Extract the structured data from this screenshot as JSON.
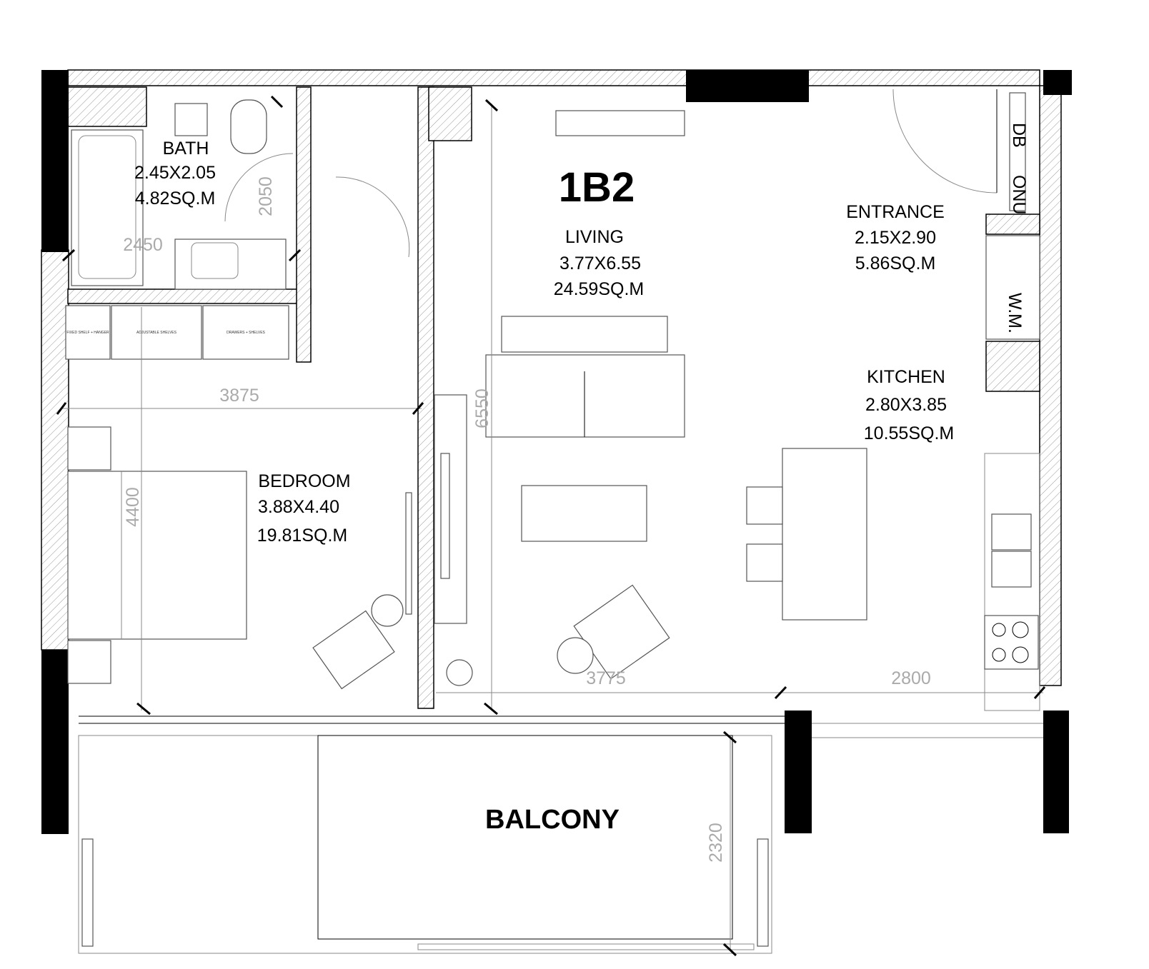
{
  "unit_code": "1B2",
  "rooms": {
    "bath": {
      "name": "BATH",
      "size": "2.45X2.05",
      "area": "4.82SQ.M"
    },
    "living": {
      "name": "LIVING",
      "size": "3.77X6.55",
      "area": "24.59SQ.M"
    },
    "entrance": {
      "name": "ENTRANCE",
      "size": "2.15X2.90",
      "area": "5.86SQ.M"
    },
    "kitchen": {
      "name": "KITCHEN",
      "size": "2.80X3.85",
      "area": "10.55SQ.M"
    },
    "bedroom": {
      "name": "BEDROOM",
      "size": "3.88X4.40",
      "area": "19.81SQ.M"
    },
    "balcony": {
      "name": "BALCONY"
    }
  },
  "dimensions": {
    "bath_width": "2450",
    "bath_depth": "2050",
    "bedroom_width": "3875",
    "bedroom_depth": "4400",
    "living_depth": "6550",
    "living_width": "3775",
    "kitchen_width": "2800",
    "balcony_depth": "2320"
  },
  "wardrobe": {
    "fixed": "FIXED SHELF + HANGER",
    "adjustable": "ADJUSTABLE SHELVES",
    "drawers": "DRAWERS + SHELVES"
  },
  "utilities": {
    "db": "DB",
    "onu": "ONU",
    "wm": "W.M."
  }
}
